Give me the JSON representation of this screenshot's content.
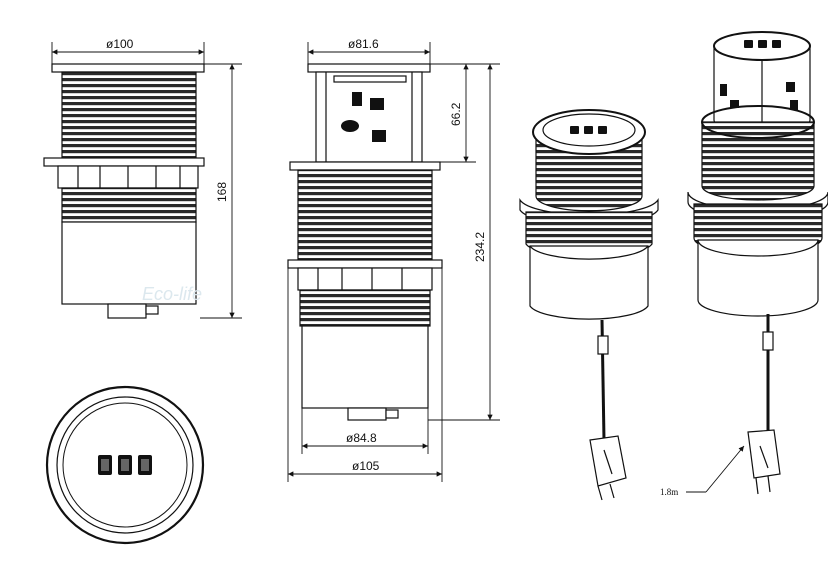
{
  "dimensions": {
    "top_width_closed": "ø100",
    "height_closed": "168",
    "top_width_open": "ø81.6",
    "popup_height": "66.2",
    "height_open": "234.2",
    "body_width": "ø84.8",
    "flange_width": "ø105"
  },
  "cable_label": "1.8m",
  "watermark": "Eco-life",
  "colors": {
    "line": "#111111",
    "fill": "#ffffff",
    "grey": "#d9d9d9",
    "watermark": "#dce8ee"
  },
  "icons": [
    "socket-icon",
    "usb-port-icon",
    "plug-icon"
  ]
}
